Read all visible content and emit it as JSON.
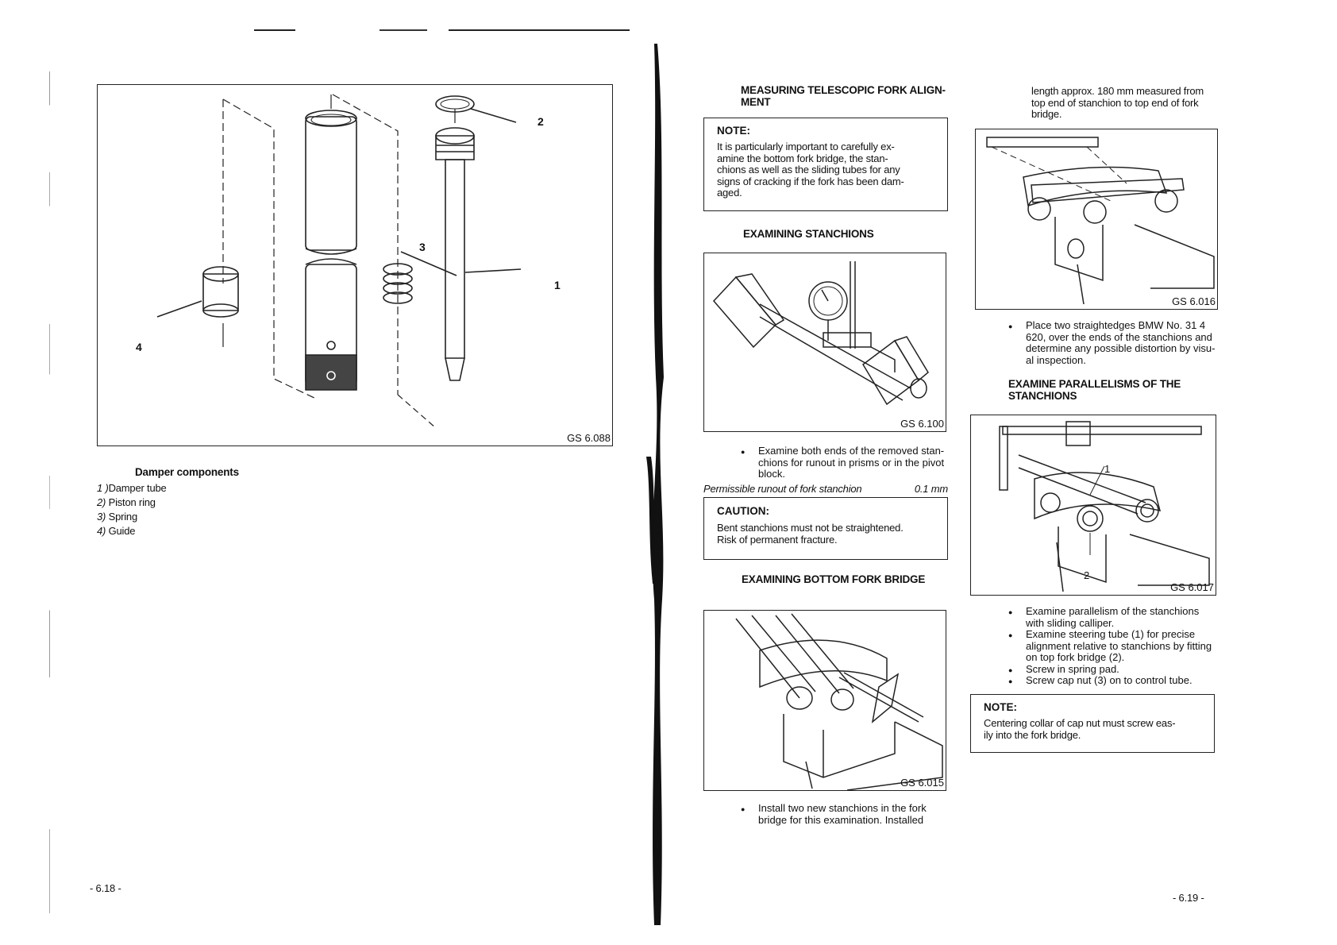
{
  "left_page": {
    "figure": {
      "label": "GS 6.088",
      "callouts": [
        "2",
        "3",
        "1",
        "4"
      ]
    },
    "caption_title": "Damper components",
    "legend": [
      {
        "num": "1 )",
        "text": "Damper tube"
      },
      {
        "num": "2)",
        "text": "Piston ring"
      },
      {
        "num": "3)",
        "text": "Spring"
      },
      {
        "num": "4)",
        "text": "Guide"
      }
    ],
    "page_number": "- 6.18 -"
  },
  "right_page": {
    "col1": {
      "heading1": "MEASURING TELESCOPIC FORK ALIGN-\nMENT",
      "note1": {
        "title": "NOTE:",
        "text": "It is particularly important to carefully ex-\namine the bottom fork bridge, the stan-\nchions as well as the sliding tubes for any\nsigns of cracking if the fork has been dam-\naged."
      },
      "heading2": "EXAMINING STANCHIONS",
      "fig1_label": "GS 6.100",
      "bullet1": "Examine both ends of the removed stan-\nchions for runout in prisms or in the pivot\nblock.",
      "spec_label": "Permissible runout of fork stanchion",
      "spec_value": "0.1 mm",
      "caution": {
        "title": "CAUTION:",
        "text": "Bent stanchions must not be straightened.\nRisk of permanent fracture."
      },
      "heading3": "EXAMINING BOTTOM FORK BRIDGE",
      "fig2_label": "GS 6.015",
      "bullet2": "Install two new stanchions in the fork\nbridge for this examination. Installed"
    },
    "col2": {
      "cont_text": "length approx. 180 mm measured from\ntop end of stanchion to top end of fork\nbridge.",
      "fig3_label": "GS 6.016",
      "bullet3": "Place two straightedges BMW No. 31 4\n620, over the ends of the stanchions and\ndetermine any possible distortion by visu-\nal inspection.",
      "heading4": "EXAMINE PARALLELISMS OF THE\nSTANCHIONS",
      "fig4_label": "GS 6.017",
      "fig4_callouts": [
        "1",
        "2"
      ],
      "bullets": [
        "Examine parallelism of the stanchions\nwith sliding calliper.",
        "Examine steering tube (1) for precise\nalignment relative to stanchions by fitting\non top fork bridge (2).",
        "Screw in spring pad.",
        "Screw cap nut (3) on to control tube."
      ],
      "note2": {
        "title": "NOTE:",
        "text": "Centering collar of cap nut must screw eas-\nily into the fork bridge."
      }
    },
    "page_number": "- 6.19 -"
  }
}
